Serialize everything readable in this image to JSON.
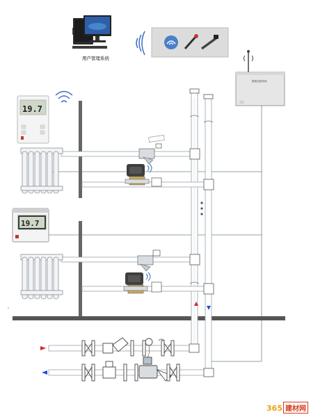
{
  "user_system_label": "用户管理系统",
  "thermostat_1_reading": "19.7",
  "thermostat_2_reading": "19.7",
  "controller_panel_title": "楼栋控制系统",
  "controller_panel_brand": "三江",
  "watermark": {
    "number": "365",
    "text": "建材网"
  },
  "colors": {
    "supply_arrow": "#d62728",
    "return_arrow": "#1f4fd0",
    "pipe_fill": "#ffffff",
    "pipe_stroke": "#9aa4ad",
    "floor_slab": "#555555",
    "signal_wire": "#6b8a6b",
    "brand_orange": "#e8a117",
    "brand_red": "#d43a1e"
  }
}
